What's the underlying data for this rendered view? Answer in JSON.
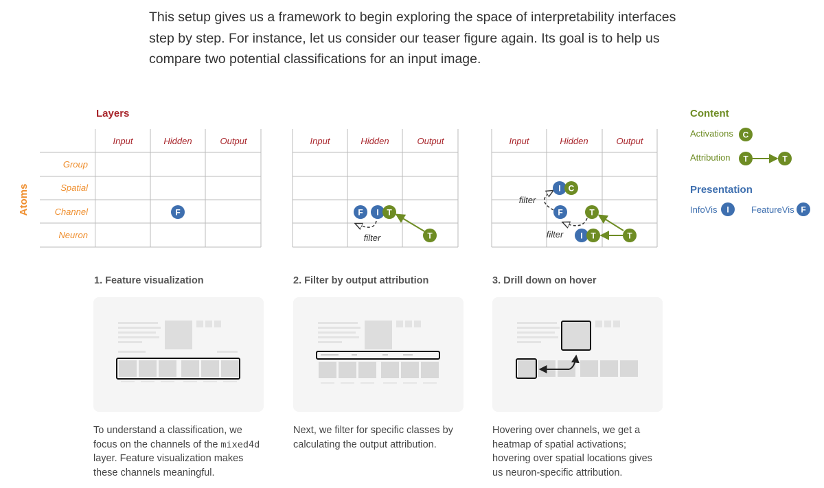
{
  "intro_text": "This setup gives us a framework to begin exploring the space of interpretability interfaces step by step. For instance, let us consider our teaser figure again. Its goal is to help us compare two potential classifications for an input image.",
  "colors": {
    "layers_red": "#a8252b",
    "atoms_orange": "#ef8f2f",
    "content_green": "#6e8c24",
    "presentation_blue": "#3e6faf",
    "grid": "#bbbbbb",
    "thumb_bg": "#f5f5f5"
  },
  "axes": {
    "layers_title": "Layers",
    "atoms_title": "Atoms",
    "columns": [
      "Input",
      "Hidden",
      "Output"
    ],
    "rows": [
      "Group",
      "Spatial",
      "Channel",
      "Neuron"
    ]
  },
  "legend": {
    "content_title": "Content",
    "activations_label": "Activations",
    "attribution_label": "Attribution",
    "presentation_title": "Presentation",
    "infovis_label": "InfoVis",
    "featurevis_label": "FeatureVis"
  },
  "glyph_letters": {
    "featurevis": "F",
    "infovis": "I",
    "activation": "C",
    "attribution": "T"
  },
  "annotations": {
    "filter": "filter"
  },
  "steps": [
    {
      "title": "1. Feature visualization",
      "caption_before": "To understand a classification, we focus on the channels of the ",
      "caption_code": "mixed4d",
      "caption_after": " layer. Feature visualization makes these channels meaningful."
    },
    {
      "title": "2. Filter by output attribution",
      "caption": "Next, we filter for specific classes by calculating the output attribution."
    },
    {
      "title": "3. Drill down on hover",
      "caption": "Hovering over channels, we get a heatmap of spatial activations; hovering over spatial locations gives us neuron-specific attribution."
    }
  ]
}
